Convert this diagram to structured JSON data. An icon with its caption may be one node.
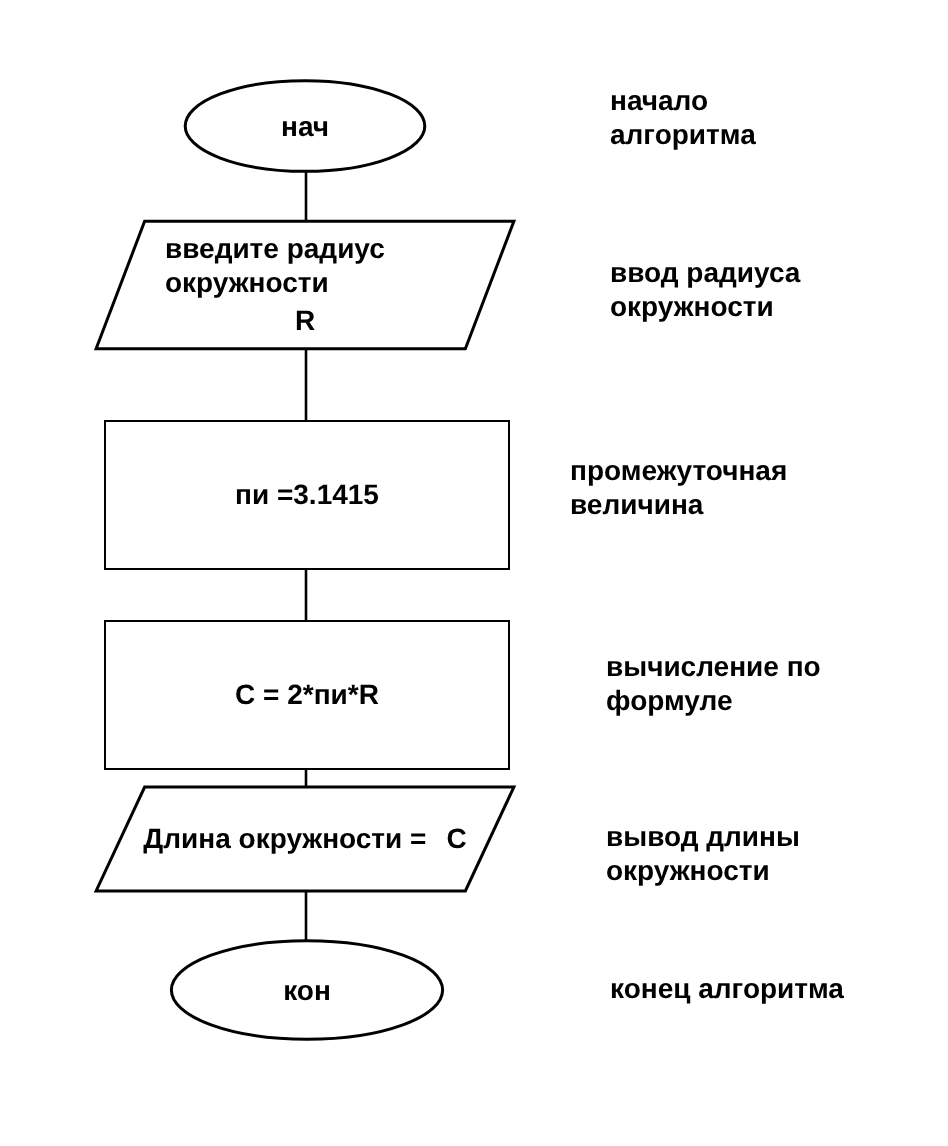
{
  "diagram": {
    "nodes": [
      {
        "text": [
          "нач"
        ]
      },
      {
        "text": [
          "введите радиус окружности",
          "R"
        ]
      },
      {
        "text": [
          "пи =3.1415"
        ]
      },
      {
        "text": [
          "C = 2*пи*R"
        ]
      },
      {
        "text": [
          "Длина окружности =",
          "C"
        ]
      },
      {
        "text": [
          "кон"
        ]
      }
    ],
    "edges": [
      {
        "from": 0,
        "to": 1,
        "arrow": "none"
      },
      {
        "from": 1,
        "to": 2,
        "arrow": "none"
      },
      {
        "from": 2,
        "to": 3,
        "arrow": "none"
      },
      {
        "from": 3,
        "to": 4,
        "arrow": "none"
      },
      {
        "from": 4,
        "to": 5,
        "arrow": "none"
      }
    ],
    "labels": [
      "начало алгоритма",
      "ввод радиуса окружности",
      "промежуточная величина",
      "вычисление по формуле",
      "вывод длины окружности",
      "конец алгоритма"
    ]
  }
}
